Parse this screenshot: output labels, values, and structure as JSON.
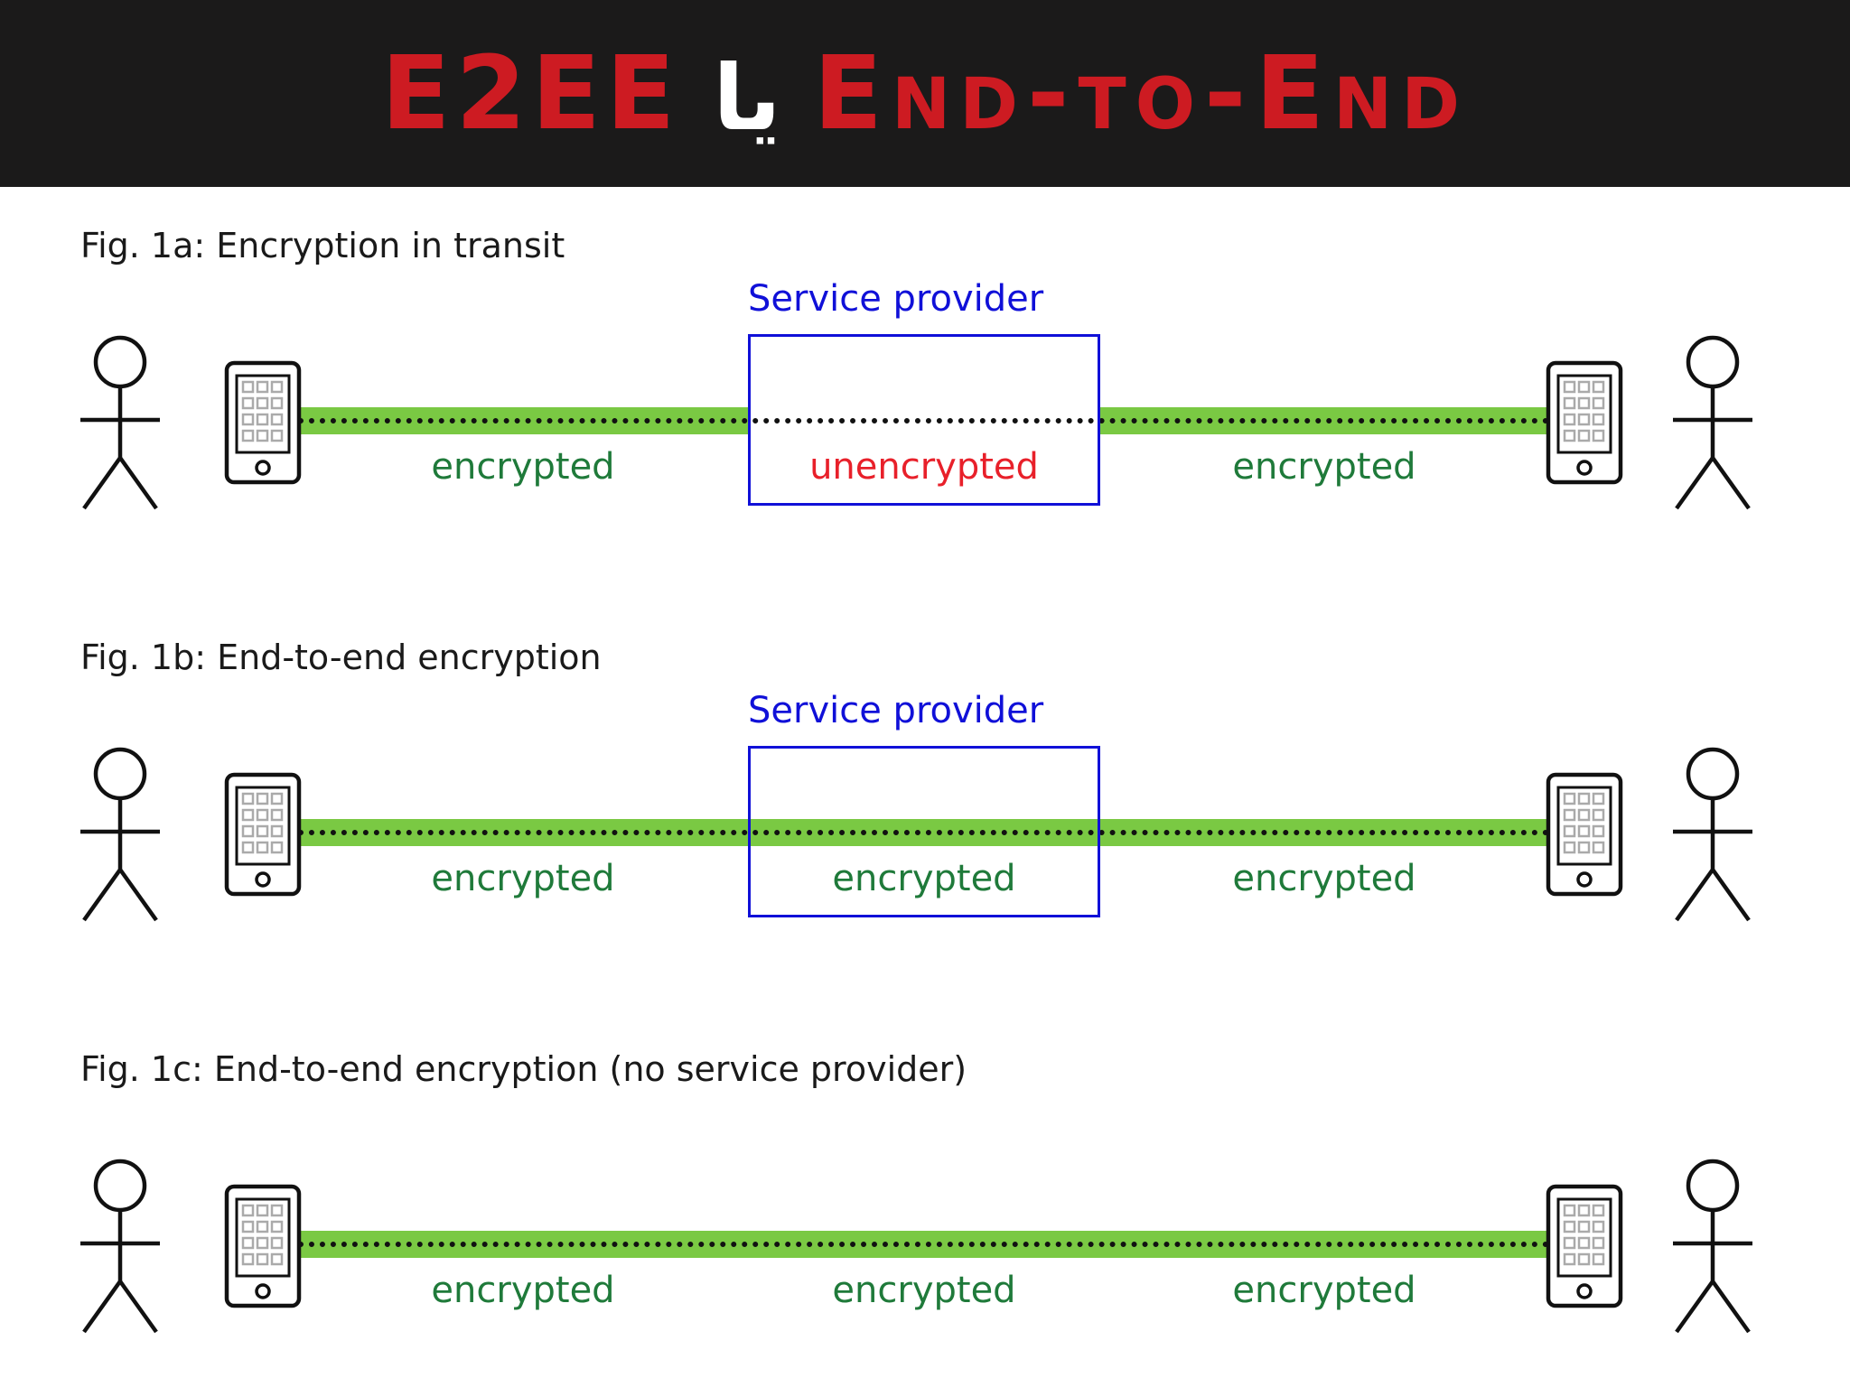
{
  "banner": {
    "title_left": "E2EE",
    "title_arabic": "یا",
    "title_right": "End-to-End"
  },
  "figures": [
    {
      "caption": "Fig. 1a: Encryption in transit",
      "provider_label": "Service provider",
      "segments": [
        "encrypted",
        "unencrypted",
        "encrypted"
      ],
      "middle_encrypted": false
    },
    {
      "caption": "Fig. 1b: End-to-end encryption",
      "provider_label": "Service provider",
      "segments": [
        "encrypted",
        "encrypted",
        "encrypted"
      ],
      "middle_encrypted": true
    },
    {
      "caption": "Fig. 1c: End-to-end encryption (no service provider)",
      "segments": [
        "encrypted",
        "encrypted",
        "encrypted"
      ],
      "middle_encrypted": true
    }
  ],
  "colors": {
    "banner_bg": "#1b1a1a",
    "title_red": "#cd1b22",
    "encrypted_text": "#1f7a3a",
    "unencrypted_text": "#e8202a",
    "provider_blue": "#1010d8",
    "channel_green": "#7ac943"
  },
  "icons": [
    "person-icon",
    "smartphone-icon"
  ]
}
